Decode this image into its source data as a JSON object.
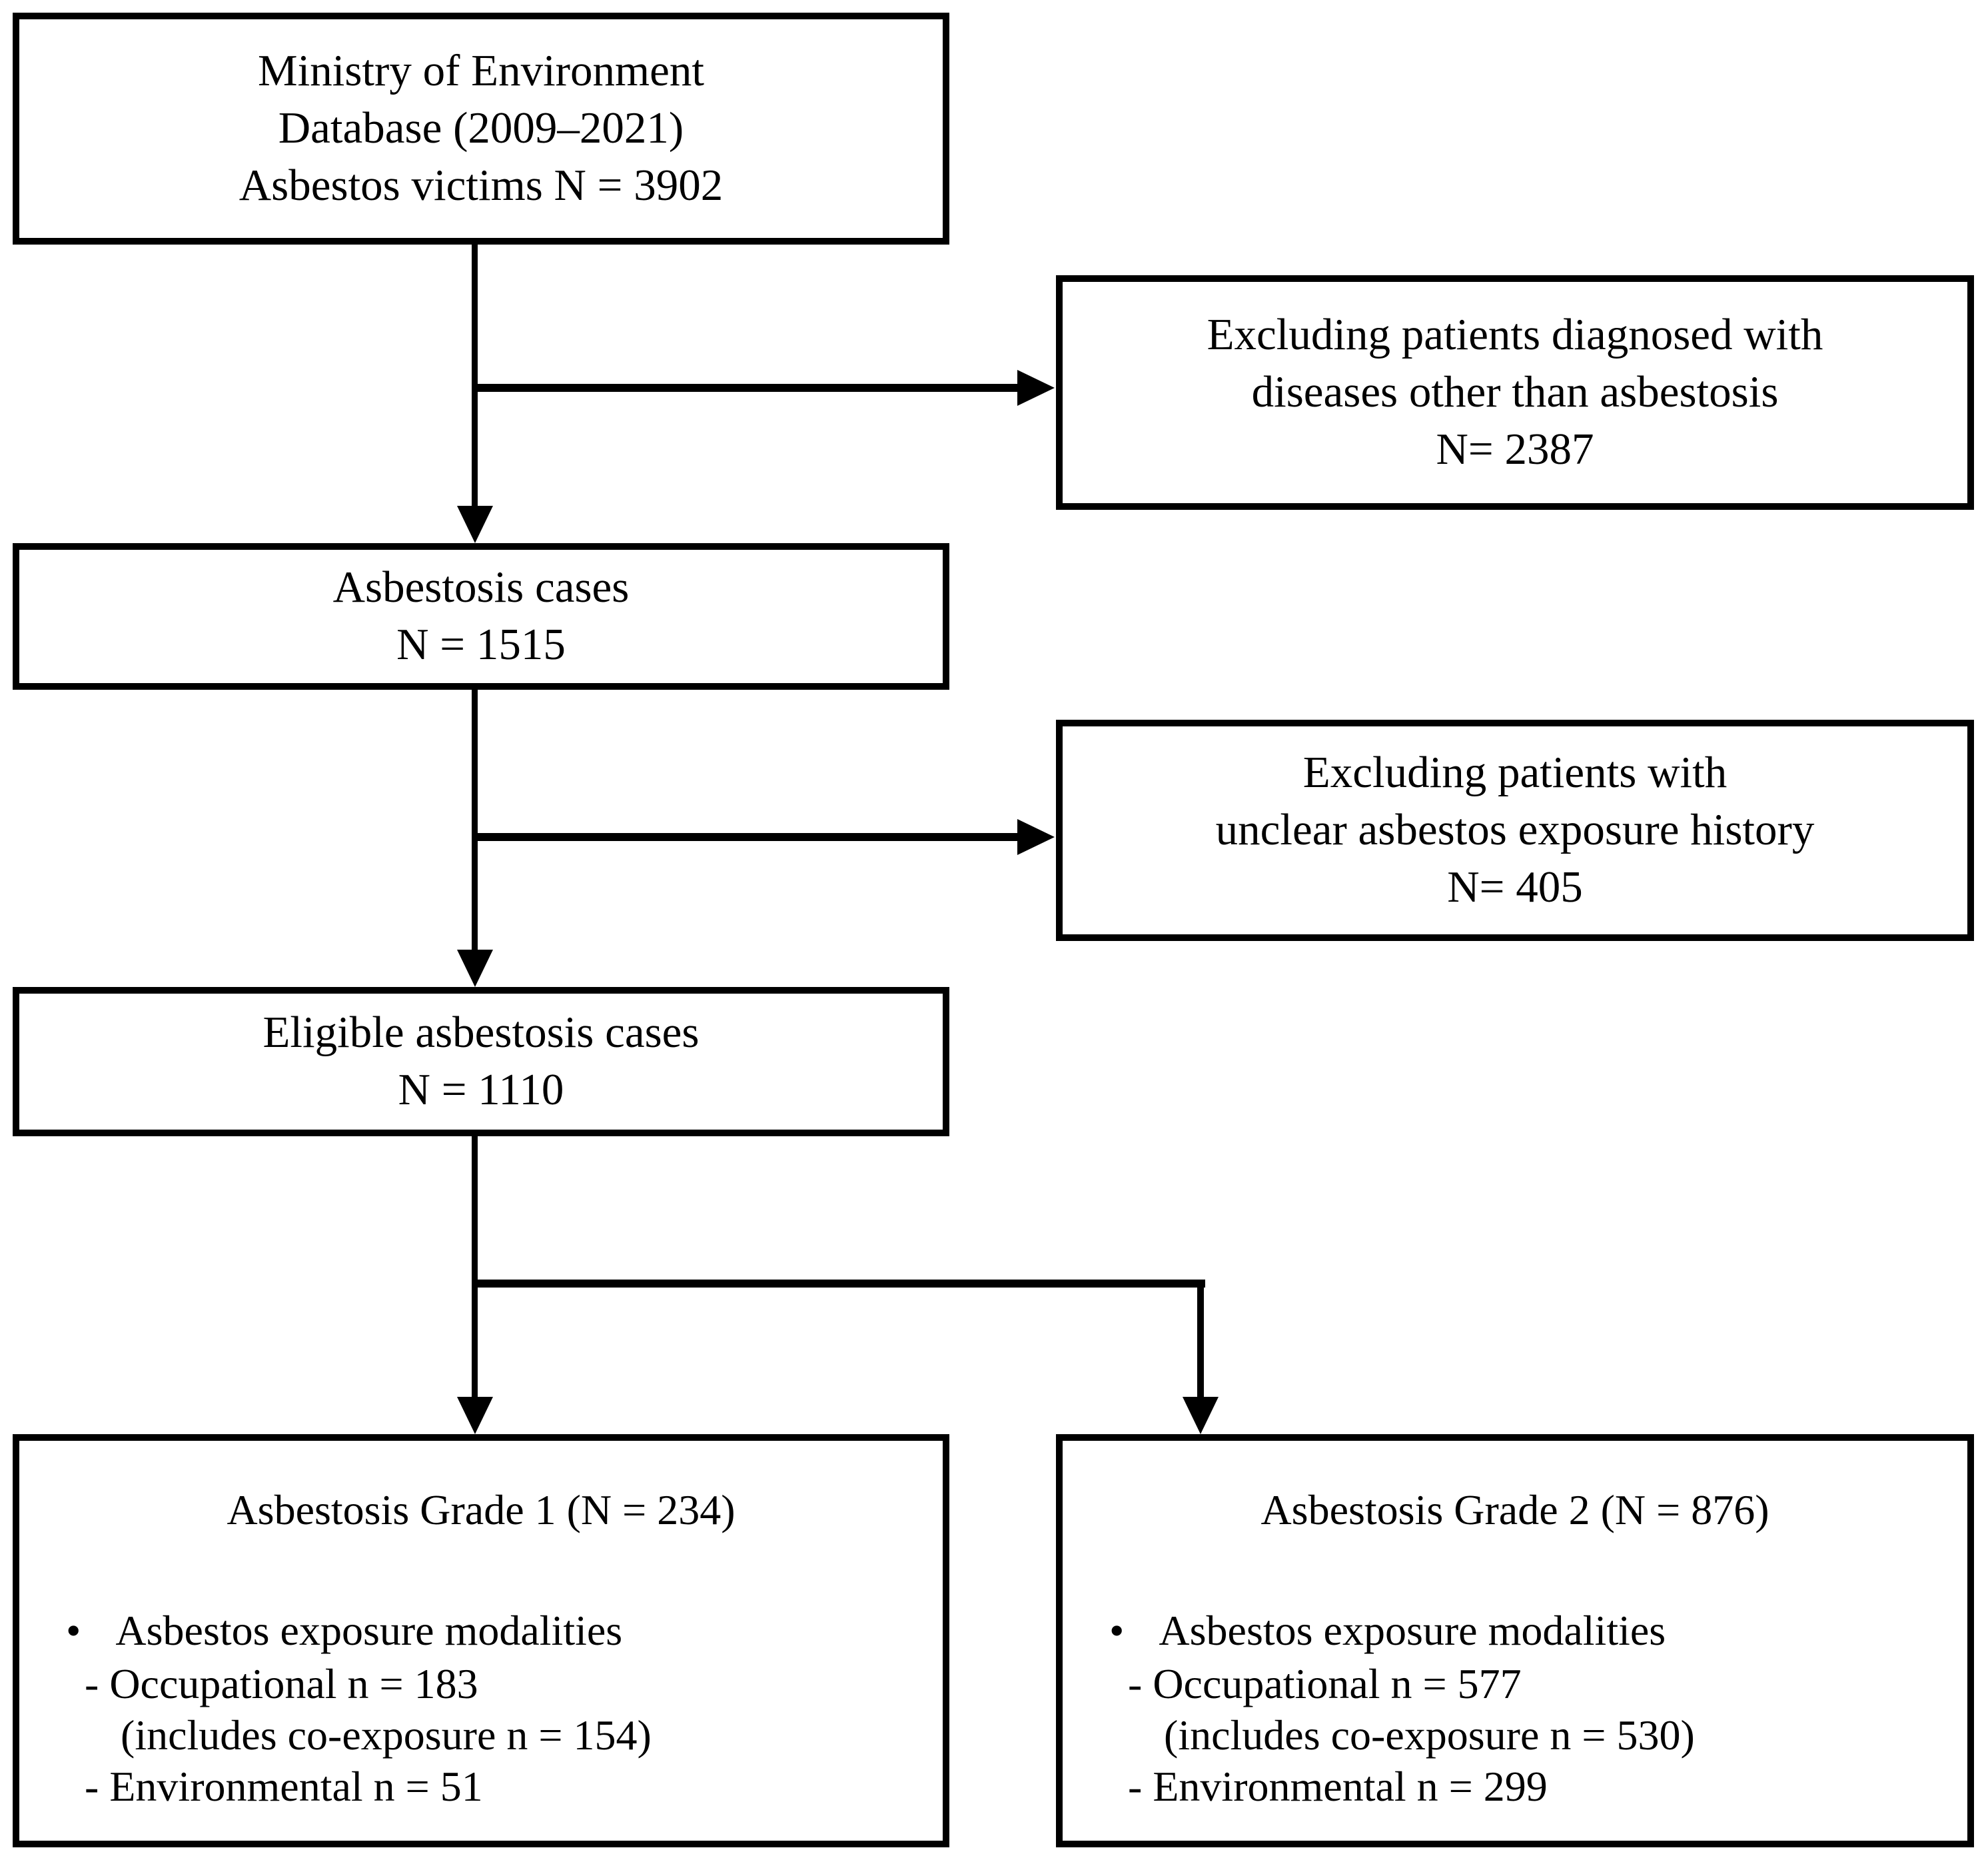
{
  "colors": {
    "background": "#ffffff",
    "line": "#000000",
    "text": "#000000"
  },
  "glyphs": {
    "bullet": "•"
  },
  "boxes": {
    "source": {
      "lines": [
        "Ministry of Environment",
        "Database (2009–2021)",
        "Asbestos victims N = 3902"
      ]
    },
    "excluded_other_diseases": {
      "lines": [
        "Excluding patients diagnosed with",
        "diseases other than asbestosis",
        "N= 2387"
      ]
    },
    "asbestosis_cases": {
      "lines": [
        "Asbestosis cases",
        "N = 1515"
      ]
    },
    "excluded_unclear_exposure": {
      "lines": [
        "Excluding patients with",
        "unclear asbestos exposure history",
        "N= 405"
      ]
    },
    "eligible_cases": {
      "lines": [
        "Eligible asbestosis cases",
        "N = 1110"
      ]
    },
    "grade1": {
      "title": "Asbestosis Grade 1 (N = 234)",
      "bullet_text": "Asbestos exposure modalities",
      "items": [
        "- Occupational n = 183",
        "(includes co-exposure n = 154)",
        "- Environmental n = 51"
      ]
    },
    "grade2": {
      "title": "Asbestosis Grade 2 (N = 876)",
      "bullet_text": "Asbestos exposure modalities",
      "items": [
        "- Occupational n = 577",
        "(includes co-exposure n = 530)",
        "- Environmental n = 299"
      ]
    }
  }
}
